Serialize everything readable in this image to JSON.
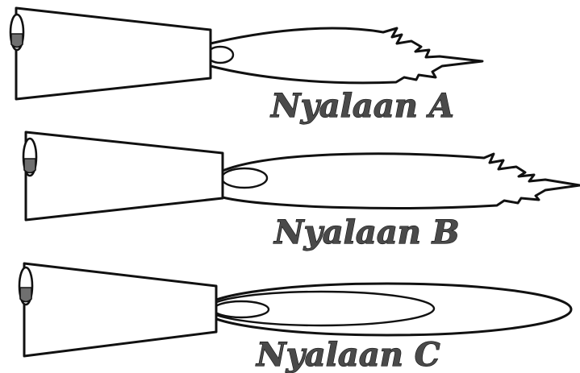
{
  "flames": [
    {
      "caption": "Nyalaan A"
    },
    {
      "caption": "Nyalaan B"
    },
    {
      "caption": "Nyalaan C"
    }
  ]
}
